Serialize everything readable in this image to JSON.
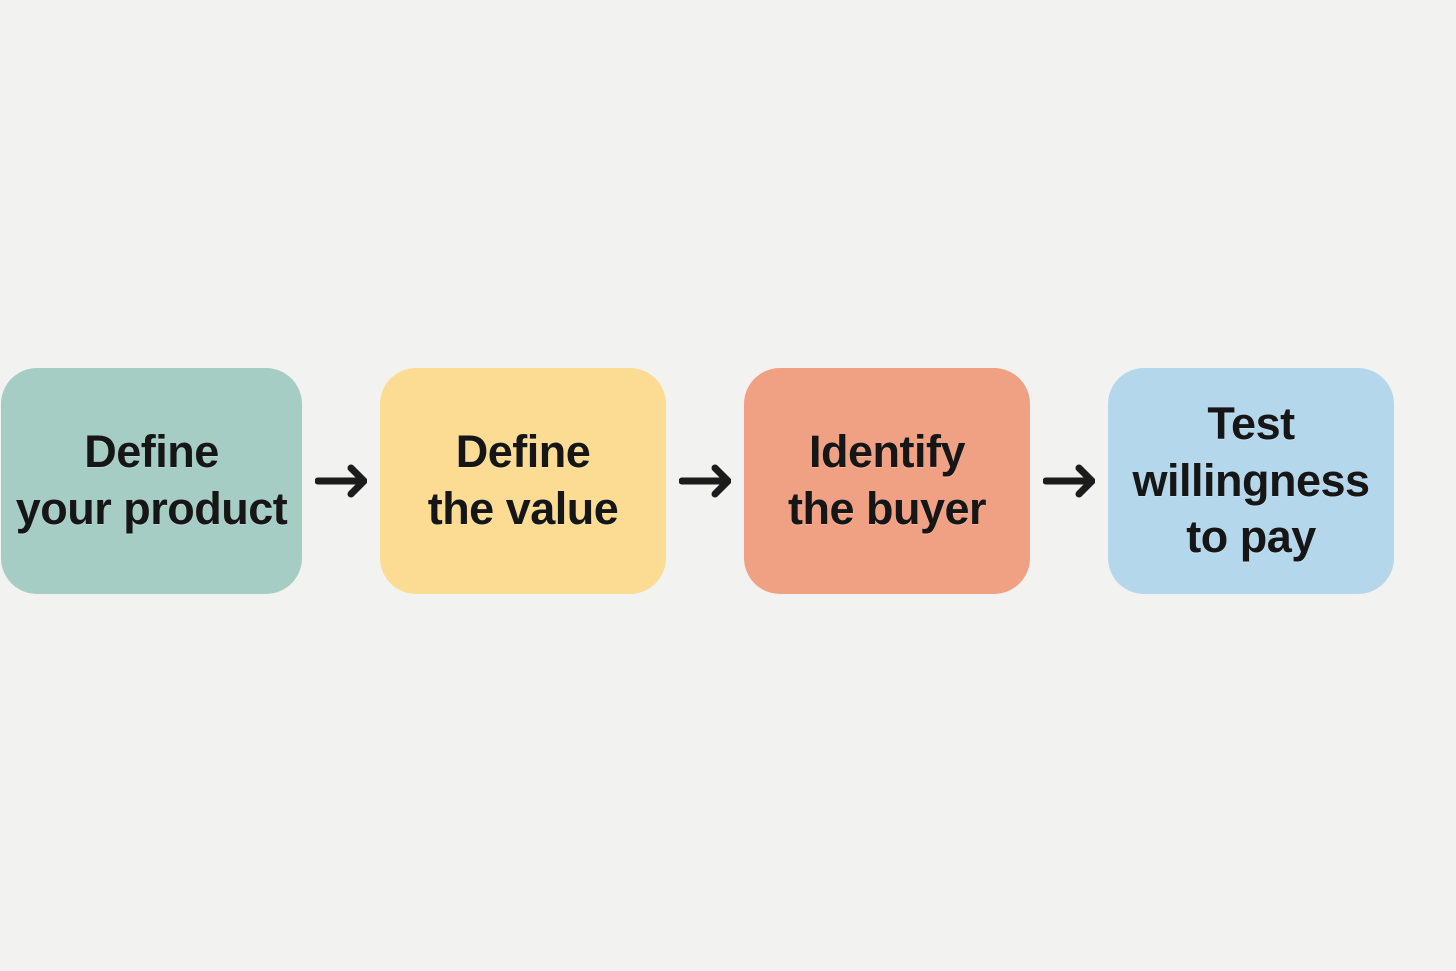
{
  "page": {
    "background_color": "#f2f2f1"
  },
  "flowchart": {
    "type": "horizontal-process-flow",
    "text_color": "#161616",
    "arrow_color": "#1c1c1c",
    "arrow_icon": "right-arrow",
    "steps": [
      {
        "label": "Define\nyour product",
        "color": "#a5cdc4"
      },
      {
        "label": "Define\nthe value",
        "color": "#fbdc92"
      },
      {
        "label": "Identify\nthe buyer",
        "color": "#f0a184"
      },
      {
        "label": "Test\nwillingness\nto pay",
        "color": "#b5d7ec"
      }
    ]
  }
}
